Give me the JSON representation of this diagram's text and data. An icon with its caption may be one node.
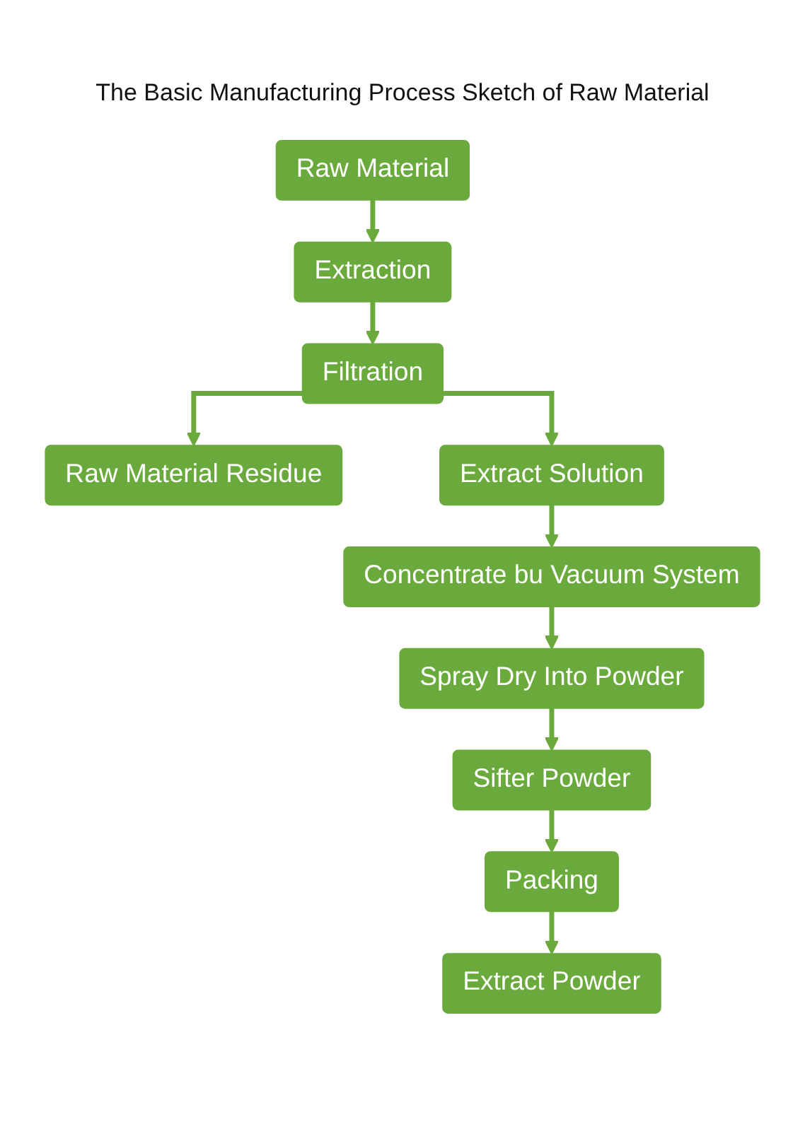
{
  "diagram": {
    "title": "The Basic Manufacturing Process Sketch of Raw Material",
    "nodes": [
      {
        "text": [
          "Raw Material"
        ]
      },
      {
        "text": [
          "Extraction"
        ]
      },
      {
        "text": [
          "Filtration"
        ]
      },
      {
        "text": [
          "Raw Material Residue"
        ]
      },
      {
        "text": [
          "Extract Solution"
        ]
      },
      {
        "text": [
          "Concentrate bu Vacuum System"
        ]
      },
      {
        "text": [
          "Spray Dry Into Powder"
        ]
      },
      {
        "text": [
          "Sifter Powder"
        ]
      },
      {
        "text": [
          "Packing"
        ]
      },
      {
        "text": [
          "Extract Powder"
        ]
      }
    ],
    "edges": [
      {
        "from": 0,
        "to": 1,
        "arrow": "to"
      },
      {
        "from": 1,
        "to": 2,
        "arrow": "to"
      },
      {
        "from": 2,
        "to": 3,
        "arrow": "to"
      },
      {
        "from": 2,
        "to": 4,
        "arrow": "to"
      },
      {
        "from": 4,
        "to": 5,
        "arrow": "to"
      },
      {
        "from": 5,
        "to": 6,
        "arrow": "to"
      },
      {
        "from": 6,
        "to": 7,
        "arrow": "to"
      },
      {
        "from": 7,
        "to": 8,
        "arrow": "to"
      },
      {
        "from": 8,
        "to": 9,
        "arrow": "to"
      }
    ]
  }
}
